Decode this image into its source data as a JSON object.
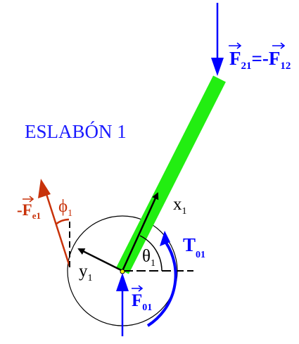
{
  "title": "ESLABÓN 1",
  "colors": {
    "title": "#1a1aff",
    "force_blue": "#0000ff",
    "force_red": "#c8320a",
    "link_green": "#22ee11",
    "axis": "#000000",
    "joint": "#ffff00"
  },
  "labels": {
    "f21": {
      "main": "F",
      "sub": "21",
      "eq": "=-",
      "main2": "F",
      "sub2": "12"
    },
    "fe1": {
      "sign": "-",
      "main": "F",
      "sub": "e1"
    },
    "phi1": {
      "main": "ϕ",
      "sub": "1"
    },
    "x1": {
      "main": "x",
      "sub": "1"
    },
    "y1": {
      "main": "y",
      "sub": "1"
    },
    "theta1": {
      "main": "θ",
      "sub": "1"
    },
    "t01": {
      "main": "T",
      "sub": "01"
    },
    "f01": {
      "main": "F",
      "sub": "01"
    }
  }
}
